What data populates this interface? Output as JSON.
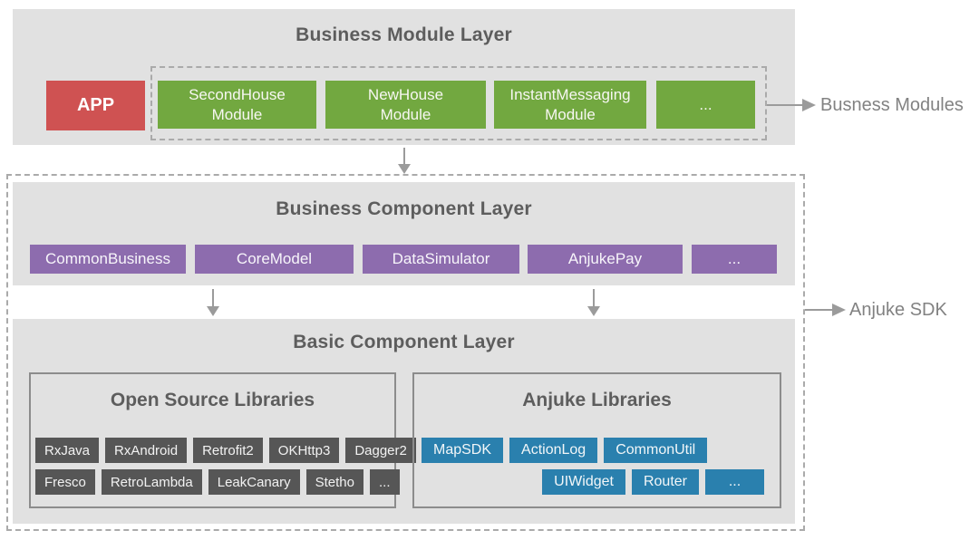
{
  "colors": {
    "layer_bg": "#e1e1e1",
    "app_red": "#cf5252",
    "module_green": "#72a840",
    "component_purple": "#8d6cae",
    "library_blue": "#2a80ae",
    "chip_dark": "#565656",
    "title_gray": "#5d5d5d",
    "label_gray": "#828282",
    "arrow_gray": "#9b9b9b",
    "dash_gray": "#aaaaaa",
    "box_border_gray": "#8c8c8c"
  },
  "business_module_layer": {
    "title": "Business Module Layer",
    "app_label": "APP",
    "modules": [
      "SecondHouse\nModule",
      "NewHouse\nModule",
      "InstantMessaging\nModule",
      "..."
    ],
    "annotation_label": "Busness Modules"
  },
  "business_component_layer": {
    "title": "Business Component Layer",
    "components": [
      "CommonBusiness",
      "CoreModel",
      "DataSimulator",
      "AnjukePay",
      "..."
    ]
  },
  "basic_component_layer": {
    "title": "Basic Component Layer",
    "open_source_libraries": {
      "title": "Open Source Libraries",
      "row1": [
        "RxJava",
        "RxAndroid",
        "Retrofit2",
        "OKHttp3",
        "Dagger2"
      ],
      "row2": [
        "Fresco",
        "RetroLambda",
        "LeakCanary",
        "Stetho",
        "..."
      ]
    },
    "anjuke_libraries": {
      "title": "Anjuke Libraries",
      "row1": [
        "MapSDK",
        "ActionLog",
        "CommonUtil"
      ],
      "row2": [
        "UIWidget",
        "Router",
        "..."
      ]
    }
  },
  "sdk_annotation_label": "Anjuke SDK"
}
